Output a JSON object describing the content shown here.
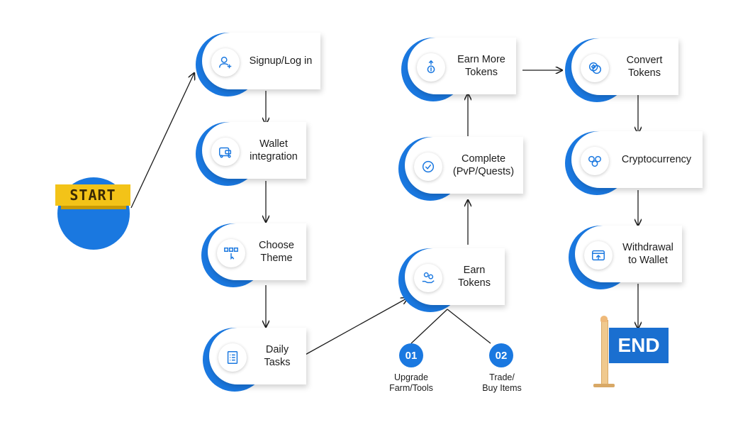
{
  "start_label": "START",
  "end_label": "END",
  "steps": {
    "signup": "Signup/Log in",
    "wallet": "Wallet\nintegration",
    "theme": "Choose\nTheme",
    "daily": "Daily\nTasks",
    "earn": "Earn\nTokens",
    "complete": "Complete\n(PvP/Quests)",
    "earn_more": "Earn More\nTokens",
    "convert": "Convert\nTokens",
    "crypto": "Cryptocurrency",
    "withdraw": "Withdrawal\nto Wallet"
  },
  "options": [
    {
      "number": "01",
      "label": "Upgrade\nFarm/Tools"
    },
    {
      "number": "02",
      "label": "Trade/\nBuy Items"
    }
  ],
  "colors": {
    "accent": "#1a78e0",
    "start_banner": "#f3c318",
    "line": "#1c1c1c"
  }
}
